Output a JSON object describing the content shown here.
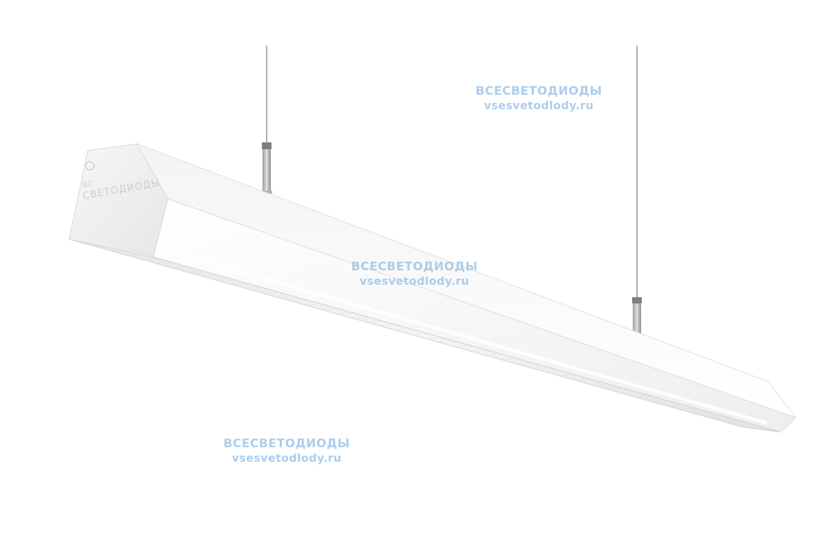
{
  "watermark": {
    "brand": "ВСЕСВЕТОДИОДЫ",
    "url": "vsesvetodlody.ru",
    "color": "#9fc5e8"
  },
  "product": {
    "endcap_logo_prefix": "ВС",
    "endcap_logo_name": "СВЕТОДИОДЫ",
    "housing_color": "#ffffff",
    "diffuser_color": "#eeeeee",
    "suspension_cable_color": "#8a8a8a"
  }
}
